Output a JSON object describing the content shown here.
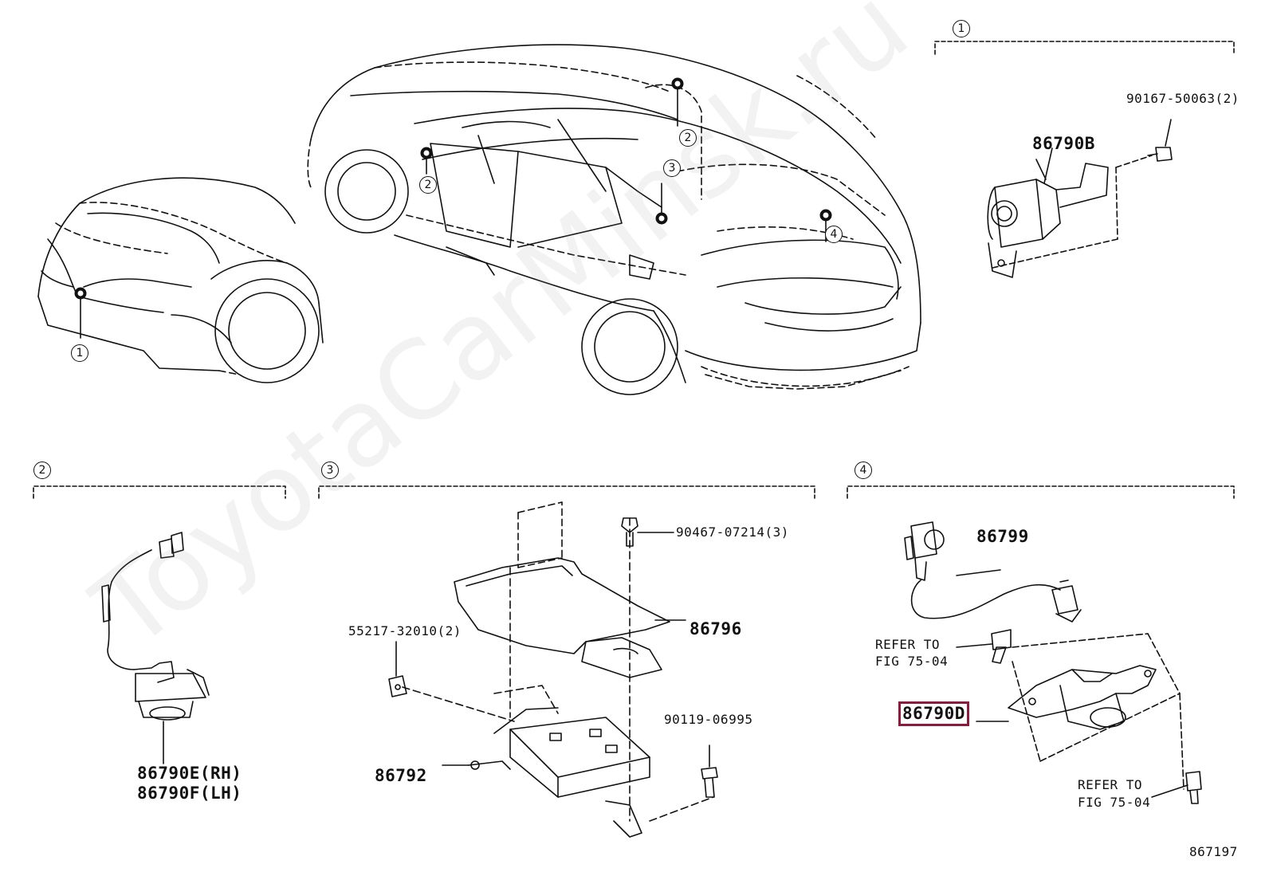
{
  "watermark": "ToyotaCarMinsk.ru",
  "figure_code": "867197",
  "section_markers": [
    "1",
    "2",
    "3",
    "4"
  ],
  "car_callouts": [
    "1",
    "2",
    "2",
    "3",
    "4"
  ],
  "parts": {
    "p86790B": "86790B",
    "p90167": "90167-50063(2)",
    "p86790E": "86790E(RH)",
    "p86790F": "86790F(LH)",
    "p90467": "90467-07214(3)",
    "p86796": "86796",
    "p55217": "55217-32010(2)",
    "p90119": "90119-06995",
    "p86792": "86792",
    "p86799": "86799",
    "p86790D": "86790D"
  },
  "refs": {
    "ref1_a": "REFER TO",
    "ref1_b": "FIG 75-04",
    "ref2_a": "REFER TO",
    "ref2_b": "FIG 75-04"
  },
  "colors": {
    "highlight": "#8b1a3c",
    "line": "#111111"
  }
}
